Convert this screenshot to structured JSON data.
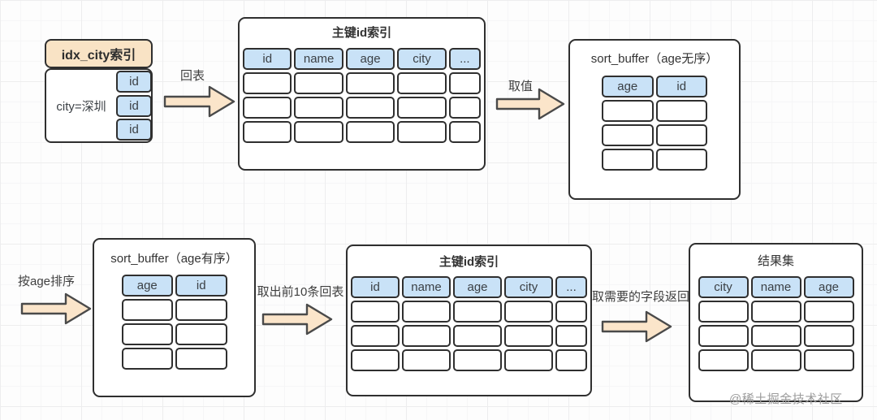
{
  "colors": {
    "orange_header": "#f9e3c5",
    "blue_cell": "#c9e2f7",
    "arrow_fill": "#fbe5ca",
    "arrow_stroke": "#4a4a4a",
    "border_dark": "#2f2f2f",
    "watermark_gray": "#9c9c9c"
  },
  "idx_city": {
    "title": "idx_city索引",
    "condition": "city=深圳",
    "id_cells": [
      "id",
      "id",
      "id"
    ]
  },
  "primary_top": {
    "title": "主键id索引",
    "columns": [
      "id",
      "name",
      "age",
      "city",
      "..."
    ],
    "empty_rows": 3
  },
  "sort_unordered": {
    "title": "sort_buffer（age无序）",
    "columns": [
      "age",
      "id"
    ],
    "empty_rows": 3
  },
  "sort_ordered": {
    "title": "sort_buffer（age有序）",
    "columns": [
      "age",
      "id"
    ],
    "empty_rows": 3
  },
  "primary_bottom": {
    "title": "主键id索引",
    "columns": [
      "id",
      "name",
      "age",
      "city",
      "..."
    ],
    "empty_rows": 3
  },
  "result": {
    "title": "结果集",
    "columns": [
      "city",
      "name",
      "age"
    ],
    "empty_rows": 3
  },
  "arrows": {
    "back_to_table": "回表",
    "fetch_value": "取值",
    "sort_by_age": "按age排序",
    "take_top10": "取出前10条回表",
    "return_fields": "取需要的字段返回"
  },
  "watermark": "@稀土掘金技术社区"
}
